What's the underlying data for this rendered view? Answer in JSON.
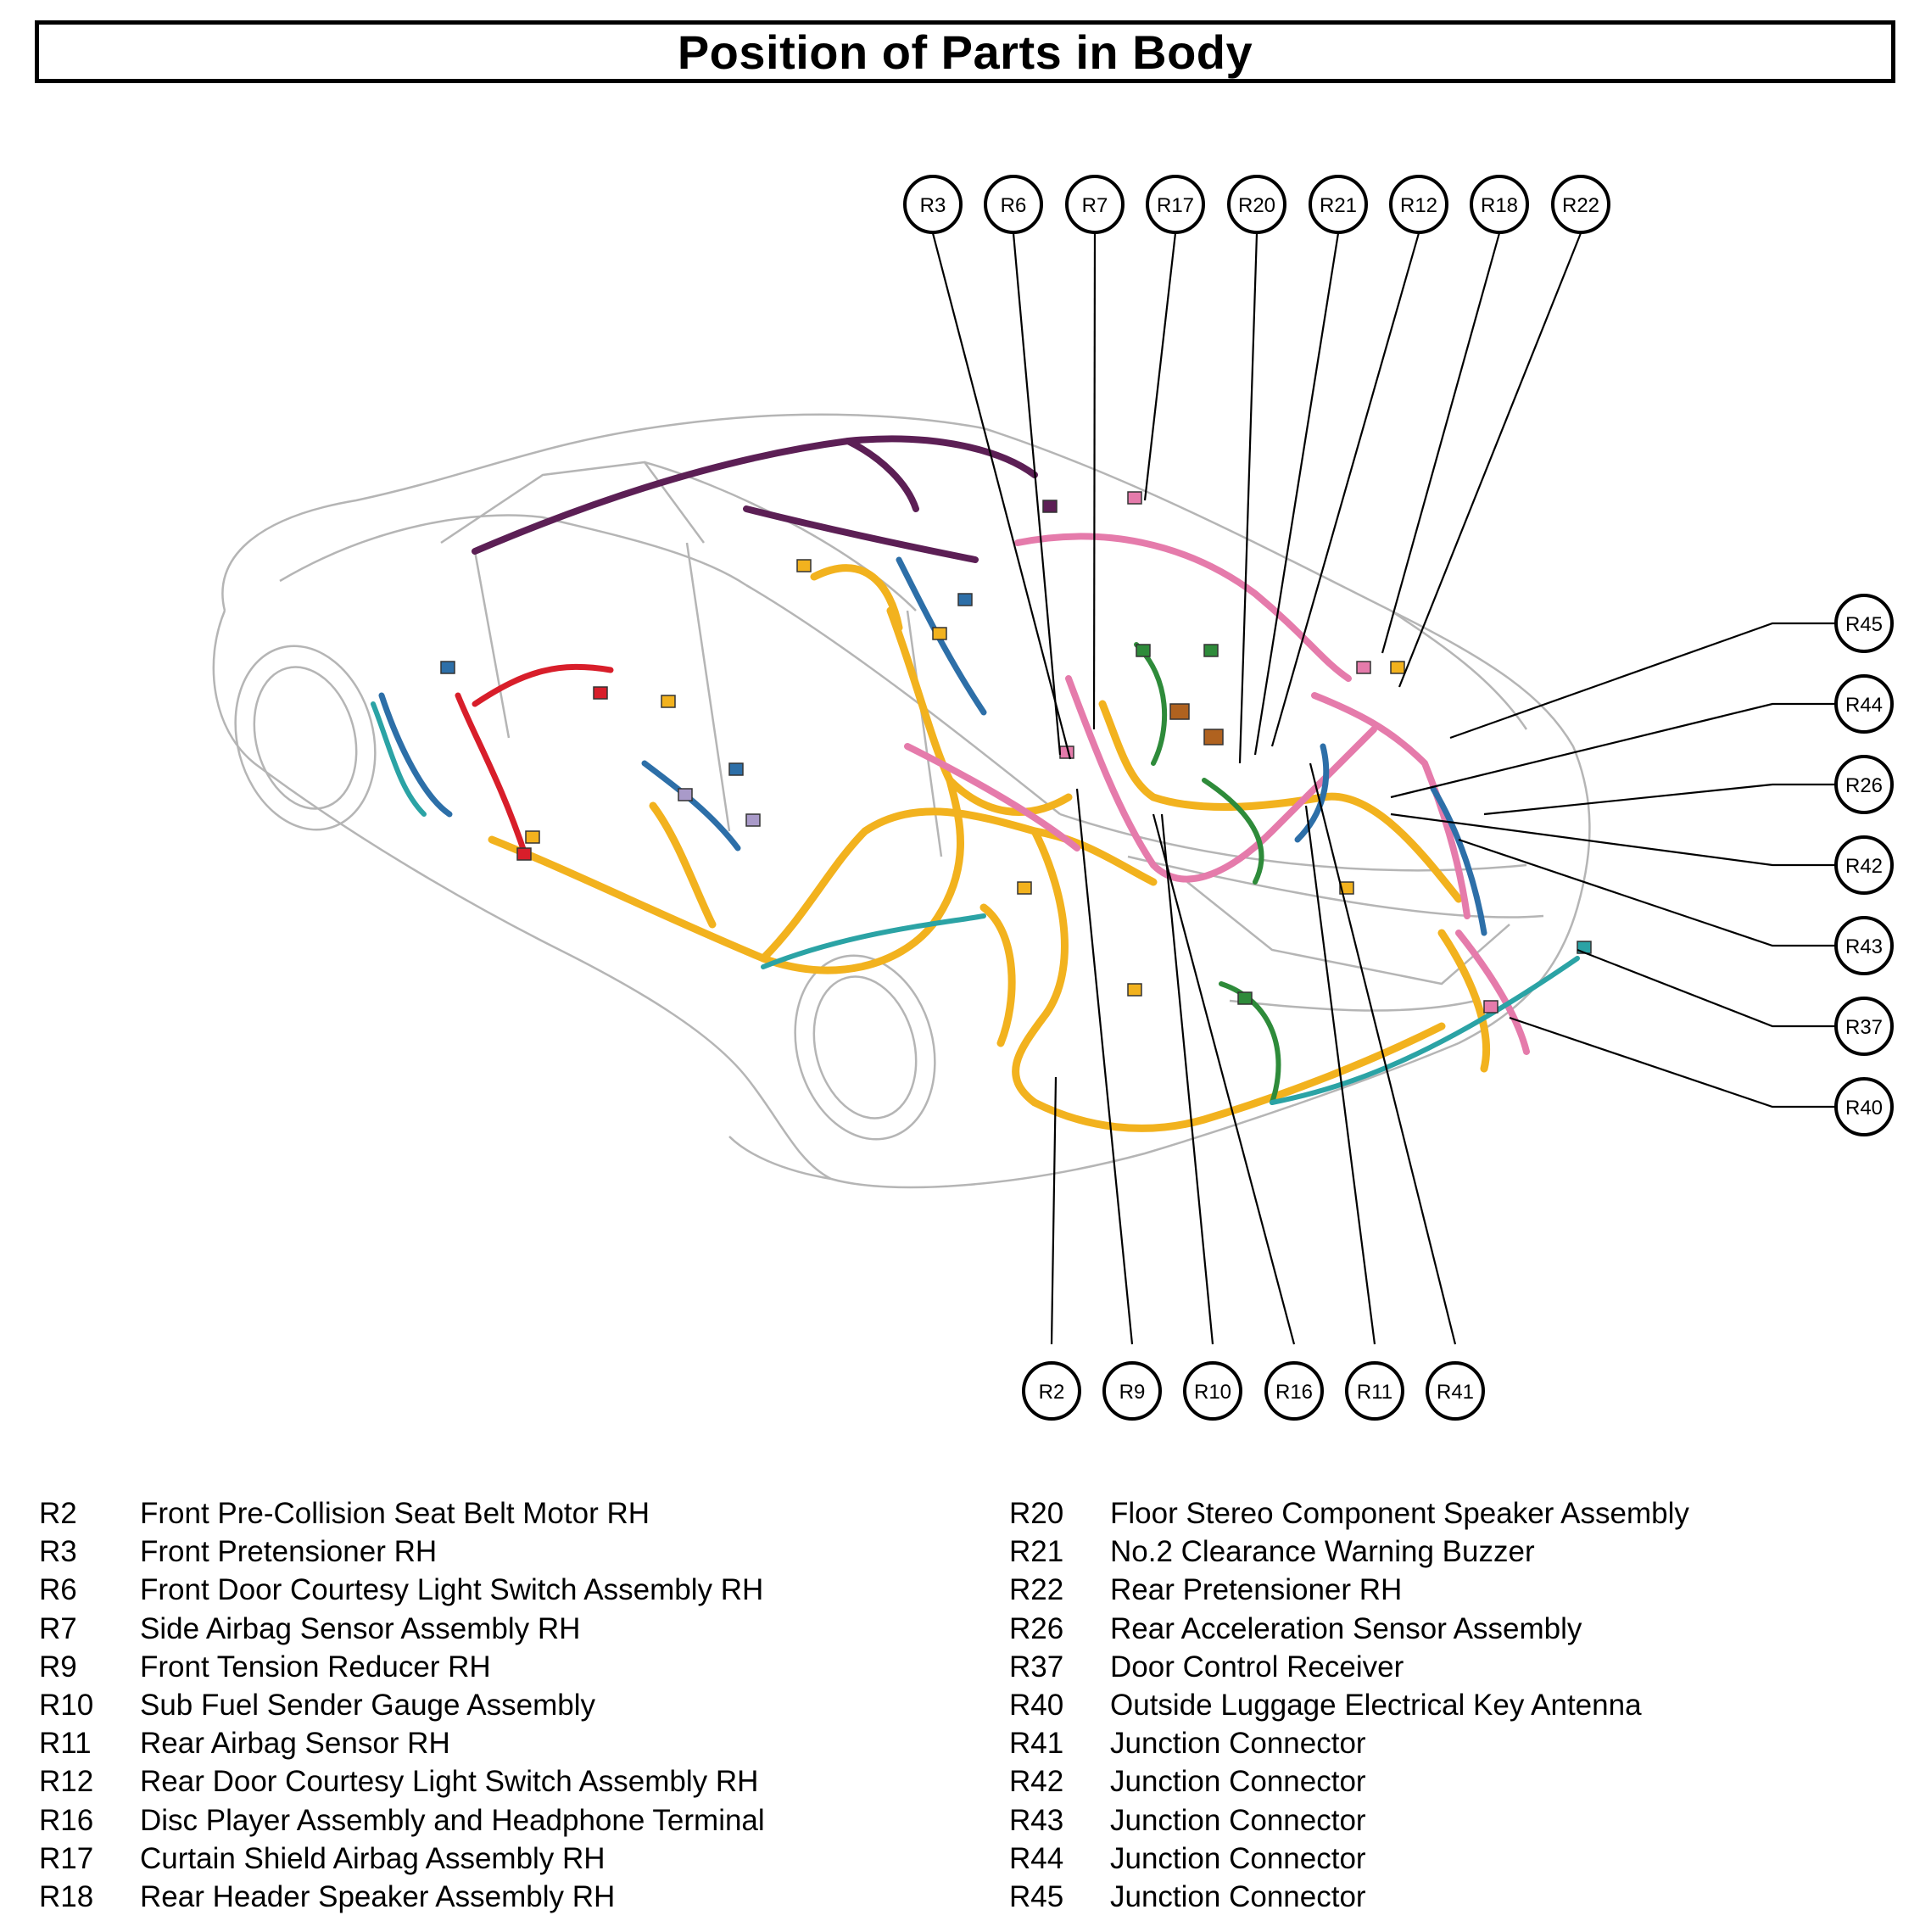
{
  "title": "Position of Parts in Body",
  "colors": {
    "orange": "#f2b21e",
    "pink": "#e57bab",
    "purple": "#5c1f55",
    "blue": "#2d6fa8",
    "red": "#d81e2a",
    "green": "#2e8b3a",
    "teal": "#2ba3a5",
    "brown": "#b0621f",
    "lavender": "#a99ac9"
  },
  "callouts": {
    "top": [
      "R3",
      "R6",
      "R7",
      "R17",
      "R20",
      "R21",
      "R12",
      "R18",
      "R22"
    ],
    "right": [
      "R45",
      "R44",
      "R26",
      "R42",
      "R43",
      "R37",
      "R40"
    ],
    "bottom": [
      "R2",
      "R9",
      "R10",
      "R16",
      "R11",
      "R41"
    ]
  },
  "legend_left": [
    {
      "code": "R2",
      "desc": "Front Pre-Collision Seat Belt Motor RH"
    },
    {
      "code": "R3",
      "desc": "Front Pretensioner RH"
    },
    {
      "code": "R6",
      "desc": "Front Door Courtesy Light Switch Assembly RH"
    },
    {
      "code": "R7",
      "desc": "Side Airbag Sensor Assembly RH"
    },
    {
      "code": "R9",
      "desc": "Front Tension Reducer RH"
    },
    {
      "code": "R10",
      "desc": "Sub Fuel Sender Gauge Assembly"
    },
    {
      "code": "R11",
      "desc": "Rear Airbag Sensor RH"
    },
    {
      "code": "R12",
      "desc": "Rear Door Courtesy Light Switch Assembly RH"
    },
    {
      "code": "R16",
      "desc": "Disc Player Assembly and Headphone Terminal"
    },
    {
      "code": "R17",
      "desc": "Curtain Shield Airbag Assembly RH"
    },
    {
      "code": "R18",
      "desc": "Rear Header Speaker Assembly RH"
    }
  ],
  "legend_right": [
    {
      "code": "R20",
      "desc": "Floor Stereo Component Speaker Assembly"
    },
    {
      "code": "R21",
      "desc": "No.2 Clearance Warning Buzzer"
    },
    {
      "code": "R22",
      "desc": "Rear Pretensioner RH"
    },
    {
      "code": "R26",
      "desc": "Rear Acceleration Sensor Assembly"
    },
    {
      "code": "R37",
      "desc": "Door Control Receiver"
    },
    {
      "code": "R40",
      "desc": "Outside Luggage Electrical Key Antenna"
    },
    {
      "code": "R41",
      "desc": "Junction Connector"
    },
    {
      "code": "R42",
      "desc": "Junction Connector"
    },
    {
      "code": "R43",
      "desc": "Junction Connector"
    },
    {
      "code": "R44",
      "desc": "Junction Connector"
    },
    {
      "code": "R45",
      "desc": "Junction Connector"
    }
  ]
}
